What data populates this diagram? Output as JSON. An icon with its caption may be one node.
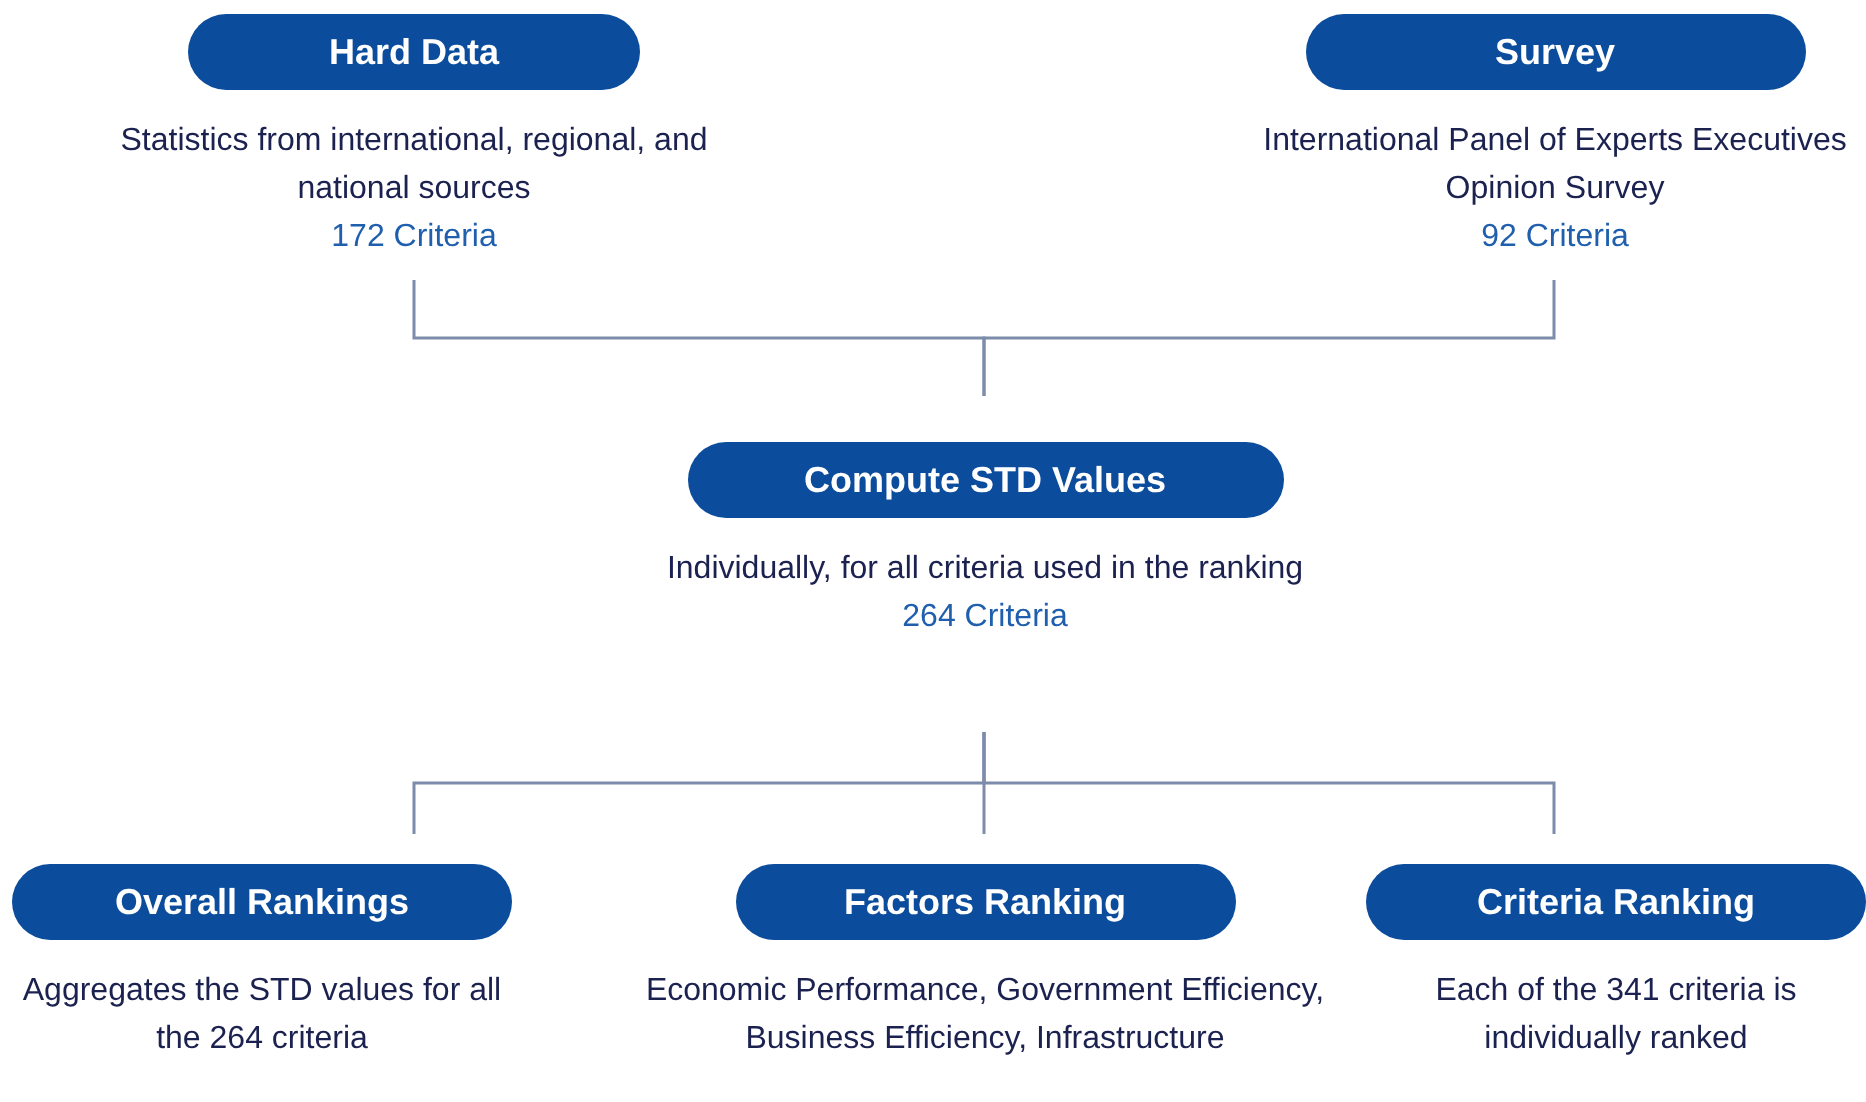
{
  "diagram": {
    "nodes": [
      {
        "text": [
          "Hard Data",
          "Statistics from international, regional, and national sources",
          "172 Criteria"
        ]
      },
      {
        "text": [
          "Survey",
          "International Panel of Experts Executives Opinion Survey",
          "92 Criteria"
        ]
      },
      {
        "text": [
          "Compute STD Values",
          "Individually, for all criteria used in the ranking",
          "264 Criteria"
        ]
      },
      {
        "text": [
          "Overall Rankings",
          "Aggregates the STD values for all the 264 criteria"
        ]
      },
      {
        "text": [
          "Factors Ranking",
          "Economic Performance, Government Efficiency, Business Efficiency, Infrastructure"
        ]
      },
      {
        "text": [
          "Criteria Ranking",
          "Each of the 341 criteria is individually ranked"
        ]
      }
    ],
    "edges": [
      {
        "from": 0,
        "to": 2,
        "arrow": "none"
      },
      {
        "from": 1,
        "to": 2,
        "arrow": "none"
      },
      {
        "from": 2,
        "to": 3,
        "arrow": "none"
      },
      {
        "from": 2,
        "to": 4,
        "arrow": "none"
      },
      {
        "from": 2,
        "to": 5,
        "arrow": "none"
      }
    ]
  }
}
